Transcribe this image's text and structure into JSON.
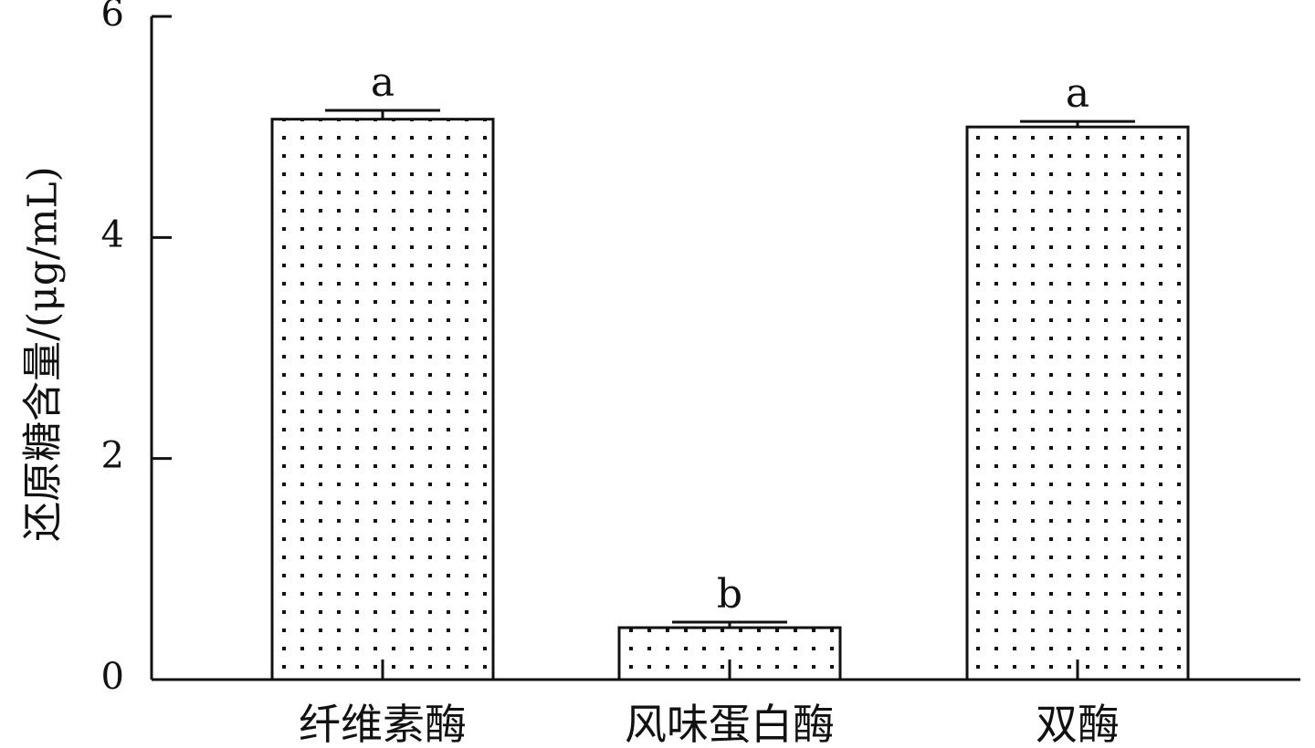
{
  "chart_data": {
    "type": "bar",
    "categories": [
      "纤维素酶",
      "风味蛋白酶",
      "双酶"
    ],
    "values": [
      5.07,
      0.47,
      5.0
    ],
    "errors": [
      0.08,
      0.05,
      0.05
    ],
    "significance": [
      "a",
      "b",
      "a"
    ],
    "title": "",
    "xlabel": "",
    "ylabel": "还原糖含量/(μg/mL)",
    "ylim": [
      0,
      6
    ],
    "yticks": [
      "0",
      "2",
      "4",
      "6"
    ],
    "grid": false,
    "legend": "none",
    "bar_fill": "#ffffff",
    "bar_pattern": "dotted",
    "bar_stroke": "#111111",
    "axis_color": "#111111"
  }
}
